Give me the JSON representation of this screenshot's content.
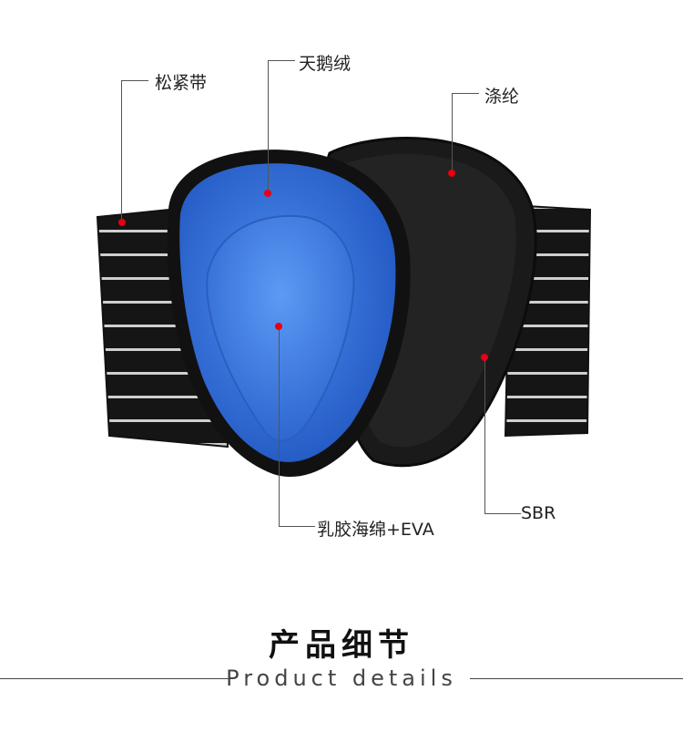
{
  "callouts": {
    "elastic_band": "松紧带",
    "velvet": "天鹅绒",
    "polyester": "涤纶",
    "foam_eva": "乳胶海绵+EVA",
    "sbr": "SBR"
  },
  "section": {
    "title_cn": "产品细节",
    "title_en": "Product details"
  },
  "colors": {
    "accent_dot": "#e60012",
    "cushion_blue": "#2f6fd6",
    "pad_black": "#1a1a1a"
  }
}
